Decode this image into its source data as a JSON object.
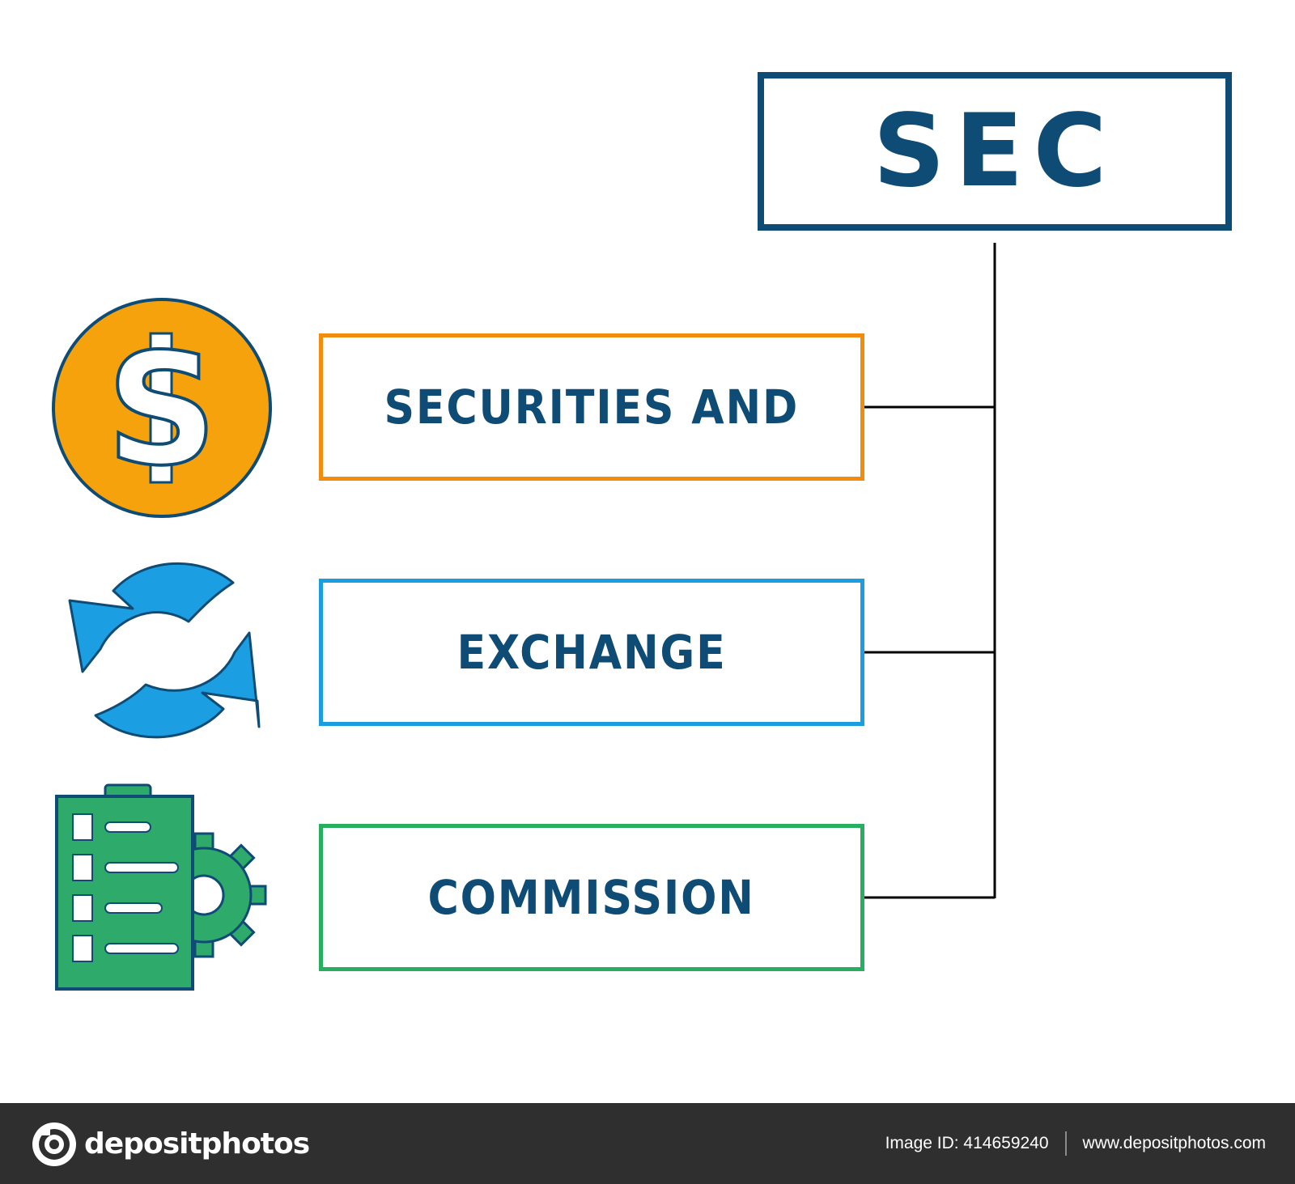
{
  "diagram": {
    "title": "SEC",
    "title_color": "#0f4c75",
    "terms": [
      {
        "label": "SECURITIES AND",
        "border_color": "#f28c0f",
        "icon": "dollar-coin-icon"
      },
      {
        "label": "EXCHANGE",
        "border_color": "#1a9ee0",
        "icon": "exchange-arrows-icon"
      },
      {
        "label": "COMMISSION",
        "border_color": "#27ae60",
        "icon": "clipboard-gear-icon"
      }
    ],
    "icon_colors": {
      "coin": "#f5a20c",
      "arrows": "#1b9ee2",
      "clipboard": "#2eaa6b",
      "outline": "#0f4c75"
    },
    "connector_color": "#000000"
  },
  "footer": {
    "brand": "depositphotos",
    "image_id": "Image ID: 414659240",
    "site": "www.depositphotos.com"
  }
}
